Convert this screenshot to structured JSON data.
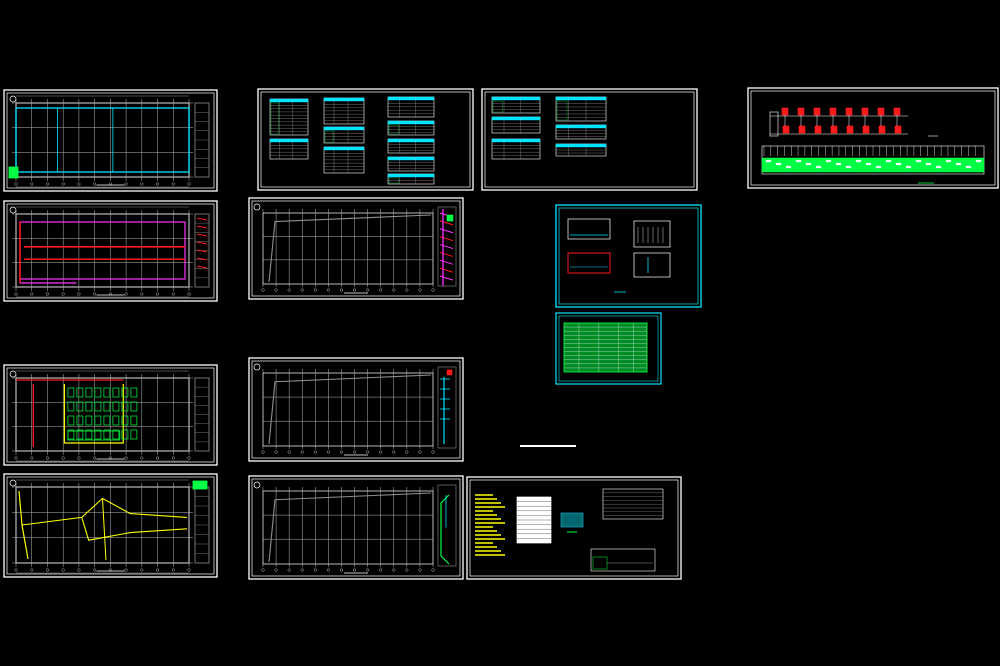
{
  "background": "#000000",
  "palette": {
    "frame": "#ffffff",
    "grid": "#b9b9b9",
    "cyan": "#00e5ff",
    "green": "#00ff44",
    "red": "#ff1a1a",
    "magenta": "#ff33ff",
    "yellow": "#ffff00",
    "blue": "#3399ff",
    "gray": "#8f8f8f"
  },
  "sheets": [
    {
      "id": "plan-1",
      "kind": "plan",
      "accent": "cyan"
    },
    {
      "id": "plan-2",
      "kind": "plan",
      "accent": "red"
    },
    {
      "id": "plan-3",
      "kind": "plan",
      "accent": "green"
    },
    {
      "id": "plan-4",
      "kind": "plan",
      "accent": "yellow"
    },
    {
      "id": "elev-1",
      "kind": "elevation",
      "accent": "magenta"
    },
    {
      "id": "elev-2",
      "kind": "elevation",
      "accent": "cyan"
    },
    {
      "id": "elev-3",
      "kind": "elevation",
      "accent": "green"
    },
    {
      "id": "tables-1",
      "kind": "tables",
      "accent": "cyan"
    },
    {
      "id": "tables-2",
      "kind": "tables",
      "accent": "cyan"
    },
    {
      "id": "system-diagram",
      "kind": "system",
      "accent": "red"
    },
    {
      "id": "detail-sheet",
      "kind": "details",
      "accent": "cyan"
    },
    {
      "id": "schedule-sheet",
      "kind": "schedule",
      "accent": "green"
    },
    {
      "id": "notes-sheet",
      "kind": "notes",
      "accent": "yellow"
    }
  ]
}
